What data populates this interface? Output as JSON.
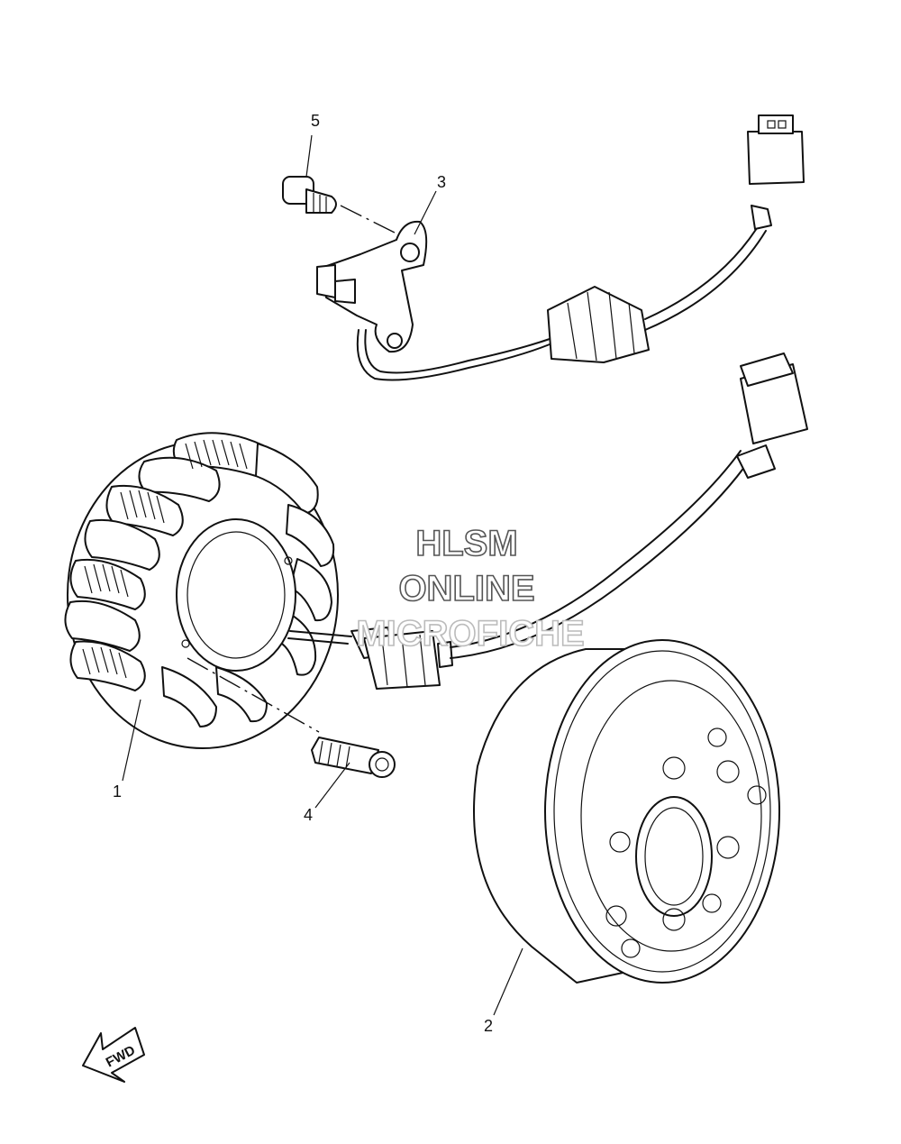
{
  "callouts": {
    "part1": "1",
    "part2": "2",
    "part3": "3",
    "part4": "4",
    "part5": "5"
  },
  "watermark": {
    "line1": "HLSM",
    "line2": "ONLINE",
    "line3": "MICROFICHE"
  },
  "fwd_arrow": {
    "label": "FWD",
    "icon": "fwd-arrow-icon"
  }
}
